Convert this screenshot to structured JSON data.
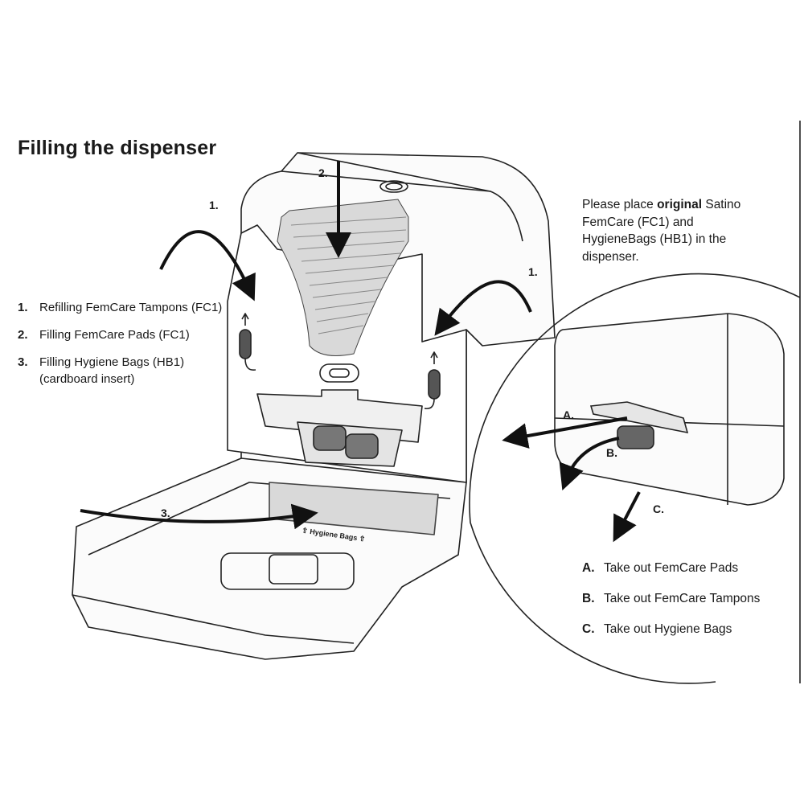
{
  "title": "Filling the dispenser",
  "steps": [
    {
      "number": "1.",
      "text": "Refilling FemCare Tampons (FC1)"
    },
    {
      "number": "2.",
      "text": "Filling FemCare Pads (FC1)"
    },
    {
      "number": "3.",
      "text": "Filling Hygiene Bags (HB1) (cardboard insert)"
    }
  ],
  "note": {
    "prefix": "Please place ",
    "emphasis": "original",
    "rest": " Satino FemCare (FC1) and HygieneBags (HB1) in the dispenser."
  },
  "diagram_callouts": {
    "step1_left": "1.",
    "step1_right": "1.",
    "step2": "2.",
    "step3": "3.",
    "a": "A.",
    "b": "B.",
    "c": "C."
  },
  "tray_label": "⇧ Hygiene Bags ⇧",
  "actions": [
    {
      "letter": "A.",
      "text": "Take out FemCare Pads"
    },
    {
      "letter": "B.",
      "text": "Take out FemCare Tampons"
    },
    {
      "letter": "C.",
      "text": "Take out Hygiene Bags"
    }
  ]
}
